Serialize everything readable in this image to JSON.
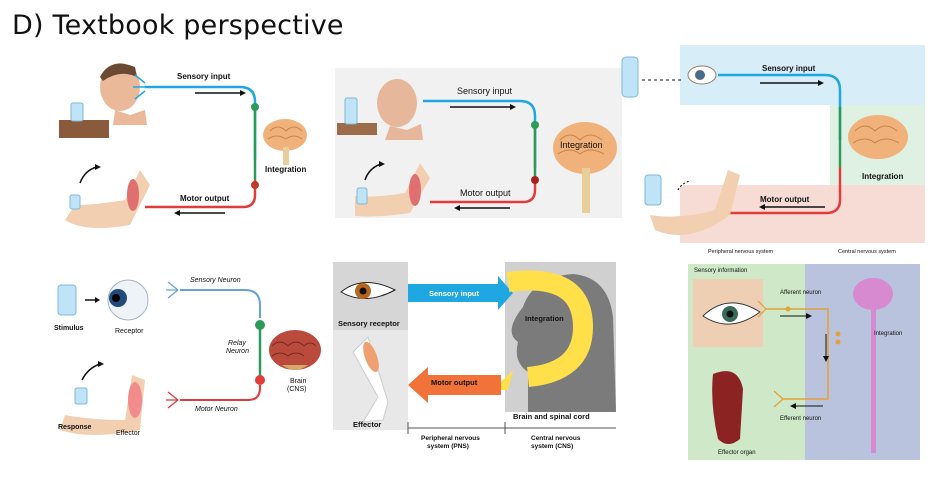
{
  "title": "D) Textbook perspective",
  "panel1": {
    "sensory_input": "Sensory input",
    "integration": "Integration",
    "motor_output": "Motor output"
  },
  "panel2": {
    "sensory_input": "Sensory input",
    "integration": "Integration",
    "motor_output": "Motor output"
  },
  "panel3": {
    "sensory_input": "Sensory input",
    "integration": "Integration",
    "motor_output": "Motor output",
    "peripheral": "Peripheral nervous system",
    "central": "Central nervous system"
  },
  "panel4": {
    "stimulus": "Stimulus",
    "receptor": "Receptor",
    "sensory_neuron": "Sensory Neuron",
    "relay_neuron_1": "Relay",
    "relay_neuron_2": "Neuron",
    "brain_1": "Brain",
    "brain_2": "(CNS)",
    "motor_neuron": "Motor Neuron",
    "response": "Response",
    "effector": "Effector"
  },
  "panel5": {
    "sensory_input": "Sensory input",
    "integration": "Integration",
    "motor_output": "Motor output",
    "sensory_receptor": "Sensory receptor",
    "effector": "Effector",
    "brain_spinal": "Brain and spinal cord",
    "pns_1": "Peripheral nervous",
    "pns_2": "system (PNS)",
    "cns_1": "Central nervous",
    "cns_2": "system (CNS)"
  },
  "panel6": {
    "sensory_information": "Sensory information",
    "afferent": "Afferent neuron",
    "integration": "Integration",
    "efferent": "Efferent neuron",
    "effector_organ": "Effector organ"
  },
  "colors": {
    "sensory_blue": "#1ea7e1",
    "motor_red": "#e23b3b",
    "integration_green": "#2e9a5a",
    "pns_green": "#cfe8c8",
    "cns_blue": "#b9c3de",
    "arrow_orange": "#f2733a",
    "arrow_yellow": "#ffe04a"
  }
}
